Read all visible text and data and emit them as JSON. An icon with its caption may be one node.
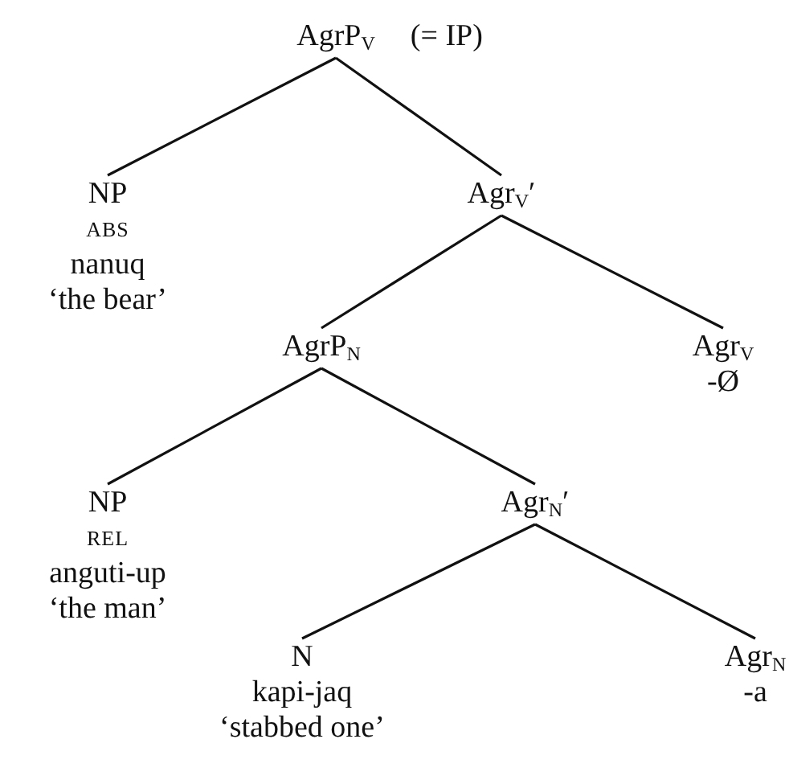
{
  "diagram": {
    "nodes": [
      {
        "text": [
          "AgrP$_{V}$"
        ],
        "beside": [
          "(= IP)"
        ]
      },
      {
        "text": [
          "NP",
          "ABS",
          "nanuq",
          "‘the bear’"
        ]
      },
      {
        "text": [
          "Agr$_{V}$′"
        ]
      },
      {
        "text": [
          "AgrP$_{N}$"
        ]
      },
      {
        "text": [
          "Agr$_{V}$",
          "-Ø"
        ]
      },
      {
        "text": [
          "NP",
          "REL",
          "anguti-up",
          "‘the man’"
        ]
      },
      {
        "text": [
          "Agr$_{N}$′"
        ]
      },
      {
        "text": [
          "N",
          "kapi-jaq",
          "‘stabbed one’"
        ]
      },
      {
        "text": [
          "Agr$_{N}$",
          "-a"
        ]
      }
    ],
    "edges": [
      {
        "from": 0,
        "to": 1,
        "arrow": "none"
      },
      {
        "from": 0,
        "to": 2,
        "arrow": "none"
      },
      {
        "from": 2,
        "to": 3,
        "arrow": "none"
      },
      {
        "from": 2,
        "to": 4,
        "arrow": "none"
      },
      {
        "from": 3,
        "to": 5,
        "arrow": "none"
      },
      {
        "from": 3,
        "to": 6,
        "arrow": "none"
      },
      {
        "from": 6,
        "to": 7,
        "arrow": "none"
      },
      {
        "from": 6,
        "to": 8,
        "arrow": "none"
      }
    ]
  }
}
